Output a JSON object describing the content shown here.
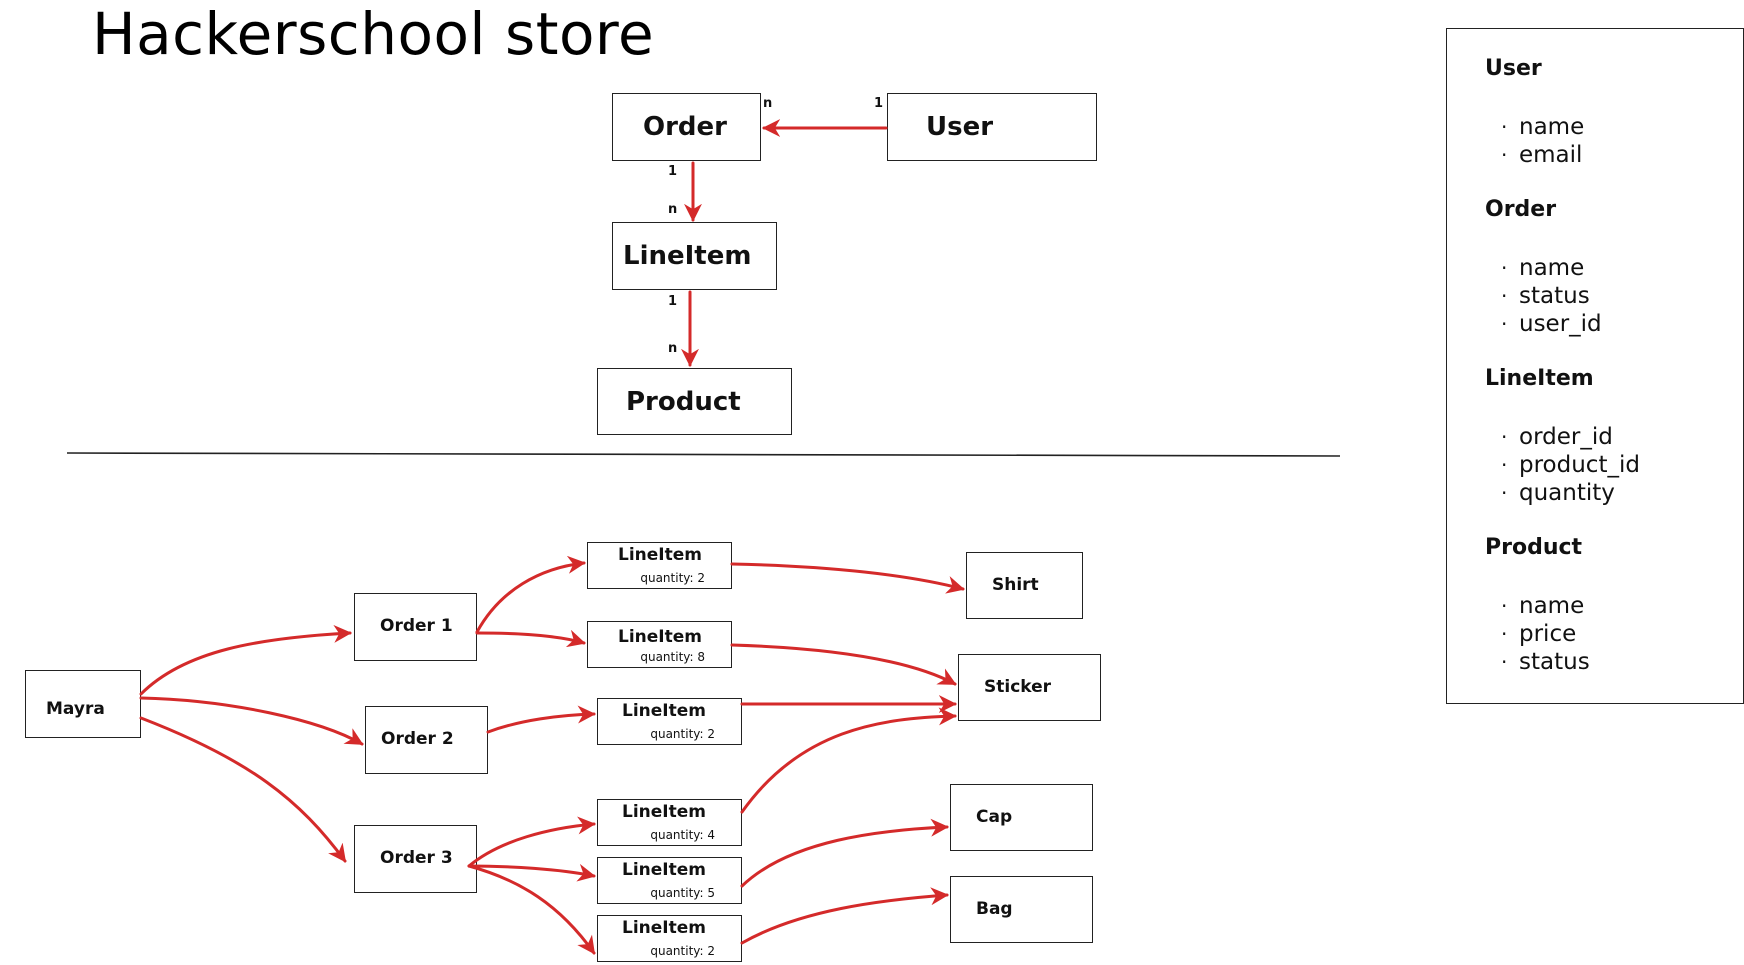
{
  "title": "Hackerschool store",
  "colors": {
    "arrow": "#d42a2a",
    "line": "#222222"
  },
  "er": {
    "order": "Order",
    "user": "User",
    "lineitem": "LineItem",
    "product": "Product",
    "card_order_user_n": "n",
    "card_order_user_1": "1",
    "card_order_li_1": "1",
    "card_order_li_n": "n",
    "card_li_product_1": "1",
    "card_li_product_n": "n"
  },
  "instances": {
    "user": "Mayra",
    "orders": [
      "Order 1",
      "Order 2",
      "Order 3"
    ],
    "lineitems": [
      {
        "label": "LineItem",
        "qty": "quantity: 2"
      },
      {
        "label": "LineItem",
        "qty": "quantity: 8"
      },
      {
        "label": "LineItem",
        "qty": "quantity: 2"
      },
      {
        "label": "LineItem",
        "qty": "quantity: 4"
      },
      {
        "label": "LineItem",
        "qty": "quantity: 5"
      },
      {
        "label": "LineItem",
        "qty": "quantity: 2"
      }
    ],
    "products": [
      "Shirt",
      "Sticker",
      "Cap",
      "Bag"
    ]
  },
  "legend": {
    "user": {
      "title": "User",
      "fields": [
        "name",
        "email"
      ]
    },
    "order": {
      "title": "Order",
      "fields": [
        "name",
        "status",
        "user_id"
      ]
    },
    "lineitem": {
      "title": "LineItem",
      "fields": [
        "order_id",
        "product_id",
        "quantity"
      ]
    },
    "product": {
      "title": "Product",
      "fields": [
        "name",
        "price",
        "status"
      ]
    },
    "bullet": "·"
  }
}
